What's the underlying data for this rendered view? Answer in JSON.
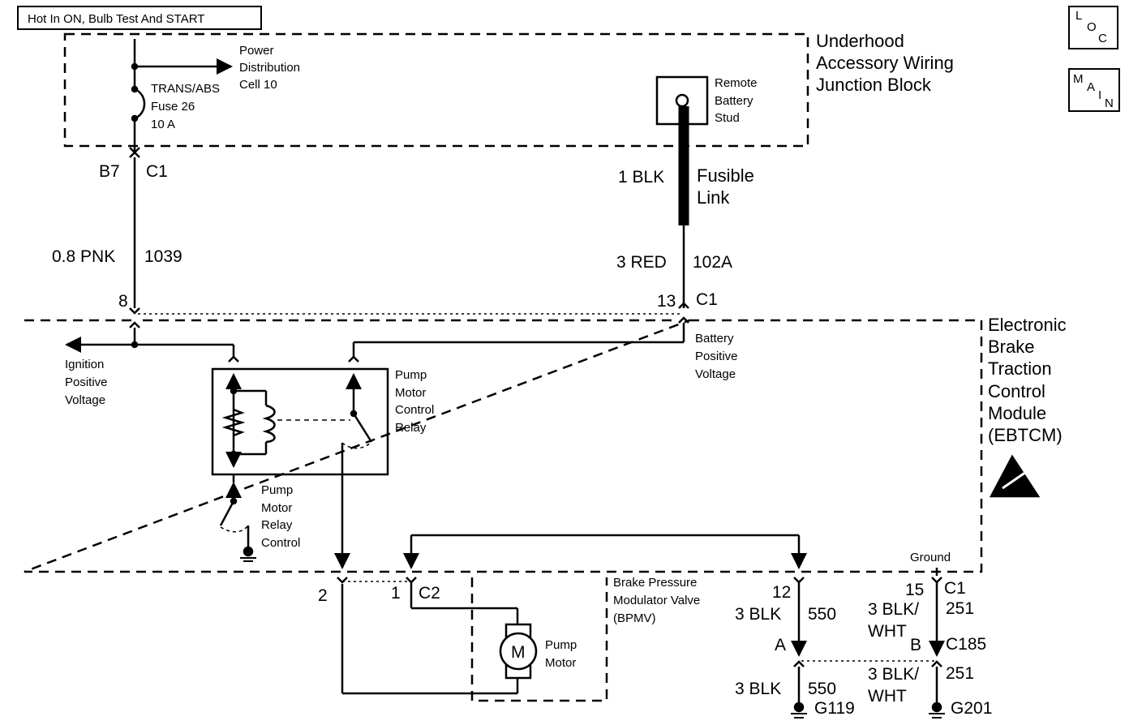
{
  "header_box": "Hot In ON, Bulb Test And START",
  "icons": {
    "loc": [
      "L",
      "O",
      "C"
    ],
    "main": [
      "M",
      "A",
      "I",
      "N"
    ],
    "esd": "esd-warning-icon"
  },
  "ujb": {
    "title": [
      "Underhood",
      "Accessory Wiring",
      "Junction Block"
    ]
  },
  "pdc": [
    "Power",
    "Distribution",
    "Cell 10"
  ],
  "fuse": [
    "TRANS/ABS",
    "Fuse 26",
    "10 A"
  ],
  "stud": [
    "Remote",
    "Battery",
    "Stud"
  ],
  "fusible": {
    "wire": "1 BLK",
    "label": [
      "Fusible",
      "Link"
    ]
  },
  "conn_b7": {
    "pin": "B7",
    "conn": "C1"
  },
  "wire_1039": {
    "gauge": "0.8 PNK",
    "circuit": "1039"
  },
  "wire_102a": {
    "gauge": "3 RED",
    "circuit": "102A"
  },
  "pin8": "8",
  "pin13": {
    "pin": "13",
    "conn": "C1"
  },
  "ebtcm": {
    "title": [
      "Electronic",
      "Brake",
      "Traction",
      "Control",
      "Module",
      "(EBTCM)"
    ]
  },
  "ign": [
    "Ignition",
    "Positive",
    "Voltage"
  ],
  "bat": [
    "Battery",
    "Positive",
    "Voltage"
  ],
  "relay": [
    "Pump",
    "Motor",
    "Control",
    "Relay"
  ],
  "relayctl": [
    "Pump",
    "Motor",
    "Relay",
    "Control"
  ],
  "ground_label": "Ground",
  "c2": {
    "pin2": "2",
    "pin1": "1",
    "conn": "C2"
  },
  "bpmv": [
    "Brake Pressure",
    "Modulator Valve",
    "(BPMV)"
  ],
  "motor": {
    "symbol": "M",
    "label": [
      "Pump",
      "Motor"
    ]
  },
  "w550": {
    "pin": "12",
    "gauge": "3 BLK",
    "circuit": "550",
    "splice": "A"
  },
  "w550b": {
    "gauge": "3 BLK",
    "circuit": "550",
    "ground": "G119"
  },
  "w251": {
    "pin": "15",
    "conn": "C1",
    "gauge1": "3 BLK/",
    "gauge2": "WHT",
    "circuit": "251",
    "splice": "B",
    "c185": "C185"
  },
  "w251b": {
    "gauge1": "3 BLK/",
    "gauge2": "WHT",
    "circuit": "251",
    "ground": "G201"
  }
}
